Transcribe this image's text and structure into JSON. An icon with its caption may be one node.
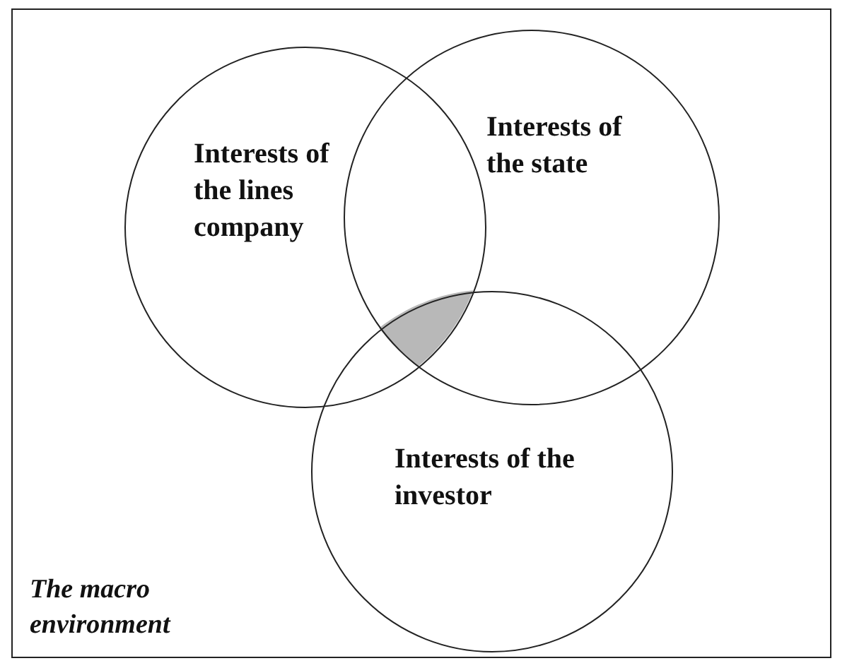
{
  "diagram": {
    "nodes": [
      {
        "text": [
          "The macro environment"
        ]
      },
      {
        "text": [
          "Interests of the lines company"
        ],
        "in": 0
      },
      {
        "text": [
          "Interests of the state"
        ],
        "in": 0
      },
      {
        "text": [
          "Interests of the investor"
        ],
        "in": 0
      }
    ]
  }
}
